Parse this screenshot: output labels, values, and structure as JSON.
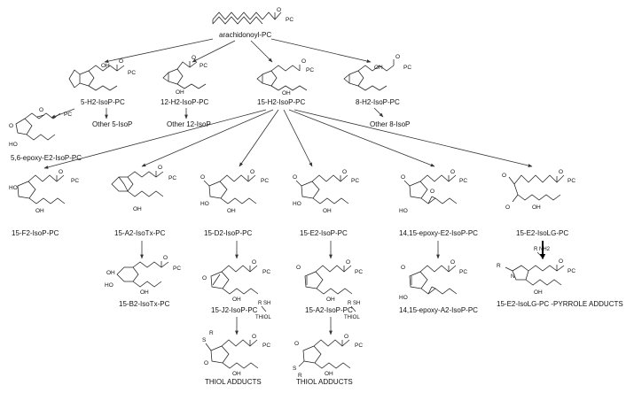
{
  "labels": {
    "arachidonoyl": "arachidonoyl-PC",
    "h2_5": "5-H2-IsoP-PC",
    "h2_12": "12-H2-IsoP-PC",
    "h2_15": "15-H2-IsoP-PC",
    "h2_8": "8-H2-IsoP-PC",
    "other5": "Other 5-IsoP",
    "other12": "Other 12-IsoP",
    "other8": "Other 8-IsoP",
    "epoxy56": "5,6-epoxy-E2-IsoP-PC",
    "f2": "15-F2-IsoP-PC",
    "a2tx": "15-A2-IsoTx-PC",
    "d2": "15-D2-IsoP-PC",
    "e2": "15-E2-IsoP-PC",
    "epoxy1415e": "14,15-epoxy-E2-IsoP-PC",
    "e2lg": "15-E2-IsoLG-PC",
    "b2tx": "15-B2-IsoTx-PC",
    "j2": "15-J2-IsoP-PC",
    "a2": "15-A2-IsoP-PC",
    "epoxy1415a": "14,15-epoxy-A2-IsoP-PC",
    "pyrrole": "15-E2-IsoLG-PC -PYRROLE ADDUCTS",
    "thiol_adducts_1": "THIOL ADDUCTS",
    "thiol_adducts_2": "THIOL ADDUCTS"
  },
  "reagents": {
    "thiol_label_1": "THIOL",
    "thiol_label_2": "THIOL",
    "sh_1": "R   SH",
    "sh_2": "R   SH",
    "nh2": "R   NH2"
  },
  "atoms": {
    "pc": "PC",
    "oh": "OH",
    "ho": "HO",
    "o": "O",
    "r": "R",
    "s": "S",
    "n": "N"
  }
}
